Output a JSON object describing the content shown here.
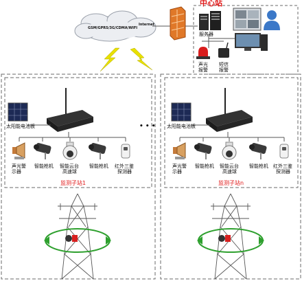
{
  "center": {
    "title": "中心站",
    "server_label": "服务器",
    "alarm_lines": [
      "声光",
      "报警"
    ],
    "sms_lines": [
      "短信",
      "报警"
    ]
  },
  "network": {
    "cloud_text": "GSM/GPRS/3G/CDMA/WIFI",
    "internet_text": "Internet"
  },
  "ellipsis": "• • •",
  "stations": [
    {
      "name": "监测子站1",
      "solar_label": "太阳能电池板",
      "devices": [
        {
          "lines": [
            "声光警",
            "示器"
          ]
        },
        {
          "lines": [
            "智能枪机"
          ]
        },
        {
          "lines": [
            "智能云台",
            "高速球"
          ]
        },
        {
          "lines": [
            "智能枪机"
          ]
        },
        {
          "lines": [
            "红外三鉴",
            "探测器"
          ]
        }
      ]
    },
    {
      "name": "监测子站n",
      "solar_label": "太阳能电池板",
      "devices": [
        {
          "lines": [
            "声光警",
            "示器"
          ]
        },
        {
          "lines": [
            "智能枪机"
          ]
        },
        {
          "lines": [
            "智能云台",
            "高速球"
          ]
        },
        {
          "lines": [
            "智能枪机"
          ]
        },
        {
          "lines": [
            "红外三鉴",
            "探测器"
          ]
        }
      ]
    }
  ],
  "colors": {
    "accent_red": "#e01818",
    "lightning": "#e8e000",
    "arrow_green": "#2ea02e",
    "firewall": "#e07828",
    "dash": "#6a6a6a"
  }
}
